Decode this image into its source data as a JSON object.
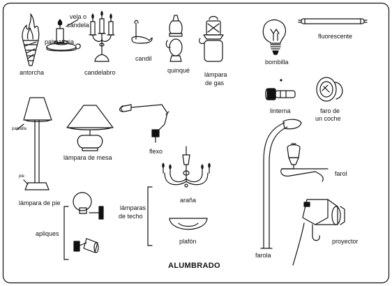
{
  "title": "ALUMBRADO",
  "colors": {
    "ink": "#111111",
    "background": "#ffffff"
  },
  "labels": {
    "antorcha": "antorcha",
    "vela": "vela o",
    "candela": "candela",
    "palmatoria": "palmatoria",
    "candelabro": "candelabro",
    "candil": "candil",
    "quinque": "quinqué",
    "lampara_gas_1": "lámpara",
    "lampara_gas_2": "de gas",
    "bombilla": "bombilla",
    "fluorescente": "fluorescente",
    "linterna": "linterna",
    "faro_1": "faro de",
    "faro_2": "un coche",
    "pantalla": "pantalla",
    "pie": "pie",
    "lampara_pie": "lámpara de pie",
    "lampara_mesa": "lámpara de mesa",
    "flexo": "flexo",
    "arana": "araña",
    "lamparas_techo_1": "lámparas",
    "lamparas_techo_2": "de techo",
    "plafon": "plafón",
    "apliques": "apliques",
    "farol": "farol",
    "farola": "farola",
    "proyector": "proyector"
  }
}
